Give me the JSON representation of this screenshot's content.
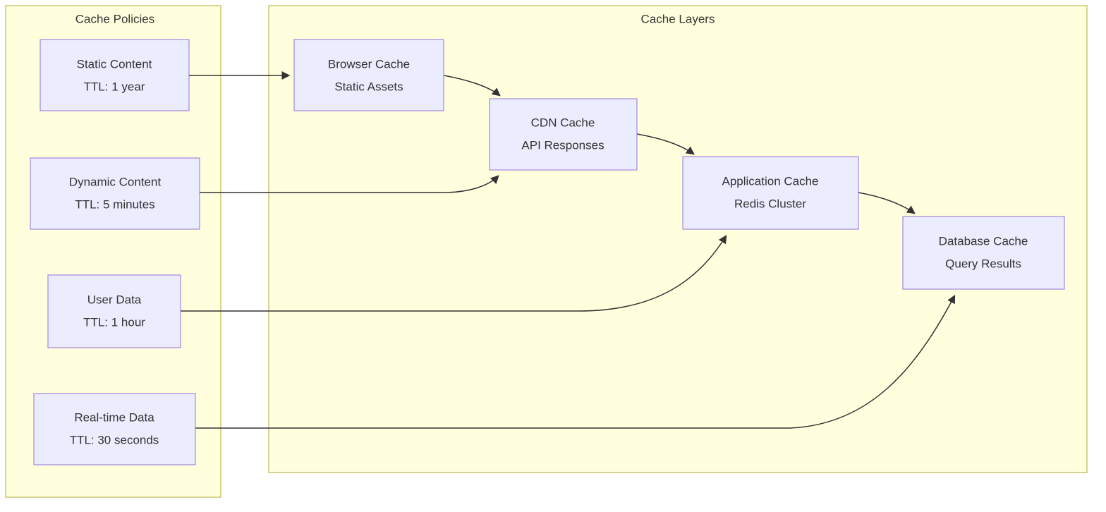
{
  "diagram": {
    "type": "flowchart",
    "direction": "left-to-right",
    "subgraphs": [
      {
        "title": "Cache Policies"
      },
      {
        "title": "Cache Layers"
      }
    ],
    "nodes": [
      {
        "line1": "Static Content",
        "line2": "TTL: 1 year"
      },
      {
        "line1": "Dynamic Content",
        "line2": "TTL: 5 minutes"
      },
      {
        "line1": "User Data",
        "line2": "TTL: 1 hour"
      },
      {
        "line1": "Real-time Data",
        "line2": "TTL: 30 seconds"
      },
      {
        "line1": "Browser Cache",
        "line2": "Static Assets"
      },
      {
        "line1": "CDN Cache",
        "line2": "API Responses"
      },
      {
        "line1": "Application Cache",
        "line2": "Redis Cluster"
      },
      {
        "line1": "Database Cache",
        "line2": "Query Results"
      }
    ],
    "edges": [
      {
        "from": "Static Content",
        "to": "Browser Cache"
      },
      {
        "from": "Browser Cache",
        "to": "CDN Cache"
      },
      {
        "from": "Dynamic Content",
        "to": "CDN Cache"
      },
      {
        "from": "CDN Cache",
        "to": "Application Cache"
      },
      {
        "from": "User Data",
        "to": "Application Cache"
      },
      {
        "from": "Application Cache",
        "to": "Database Cache"
      },
      {
        "from": "Real-time Data",
        "to": "Database Cache"
      }
    ],
    "colors": {
      "node_fill": "#ECECFF",
      "node_border": "#9370DB",
      "cluster_fill": "#FFFFDE",
      "cluster_border": "#AAAA33",
      "edge": "#333333",
      "text": "#333333",
      "background": "#FFFFFF"
    }
  }
}
